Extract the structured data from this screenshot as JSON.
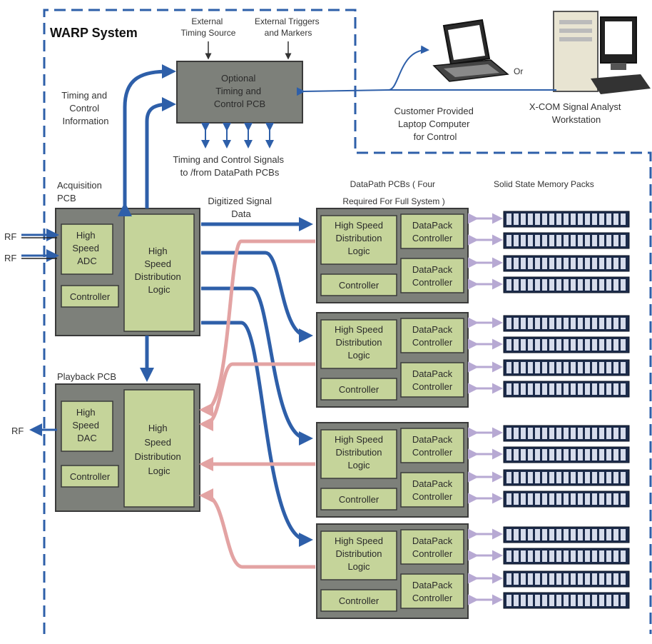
{
  "title": "WARP System",
  "top_labels": {
    "external_timing": [
      "External",
      "Timing Source"
    ],
    "external_triggers": [
      "External Triggers",
      "and Markers"
    ],
    "timing_control_info": [
      "Timing and",
      "Control",
      "Information"
    ],
    "signals": [
      "Timing and Control Signals",
      "to /from DataPath PCBs"
    ],
    "or": "Or",
    "laptop": [
      "Customer Provided",
      "Laptop Computer",
      "for Control"
    ],
    "workstation": [
      "X-COM Signal Analyst",
      "Workstation"
    ],
    "memory": "Solid State Memory Packs",
    "datapath_header": [
      "DataPath PCBs   ( Four",
      "Required For Full System      )"
    ],
    "digitized": [
      "Digitized Signal",
      "Data"
    ]
  },
  "timing_pcb": [
    "Optional",
    "Timing and",
    "Control PCB"
  ],
  "acquisition": {
    "label": [
      "Acquisition",
      "PCB"
    ],
    "adc": [
      "High",
      "Speed",
      "ADC"
    ],
    "controller": "Controller",
    "logic": [
      "High",
      "Speed",
      "Distribution",
      "Logic"
    ],
    "rf": "RF"
  },
  "playback": {
    "label": "Playback PCB",
    "dac": [
      "High",
      "Speed",
      "DAC"
    ],
    "controller": "Controller",
    "logic": [
      "High",
      "Speed",
      "Distribution",
      "Logic"
    ],
    "rf": "RF"
  },
  "datapath_boards": [
    {
      "logic": [
        "High Speed",
        "Distribution",
        "Logic"
      ],
      "controller": "Controller",
      "pack1": [
        "DataPack",
        "Controller"
      ],
      "pack2": [
        "DataPack",
        "Controller"
      ]
    },
    {
      "logic": [
        "High Speed",
        "Distribution",
        "Logic"
      ],
      "controller": "Controller",
      "pack1": [
        "DataPack",
        "Controller"
      ],
      "pack2": [
        "DataPack",
        "Controller"
      ]
    },
    {
      "logic": [
        "High Speed",
        "Distribution",
        "Logic"
      ],
      "controller": "Controller",
      "pack1": [
        "DataPack",
        "Controller"
      ],
      "pack2": [
        "DataPack",
        "Controller"
      ]
    },
    {
      "logic": [
        "High Speed",
        "Distribution",
        "Logic"
      ],
      "controller": "Controller",
      "pack1": [
        "DataPack",
        "Controller"
      ],
      "pack2": [
        "DataPack",
        "Controller"
      ]
    }
  ],
  "colors": {
    "pcb_gray": "#7d807a",
    "block_green": "#c5d49a",
    "bus_blue": "#2e5fa9",
    "return_pink": "#e3a3a3",
    "memory_arrow": "#b7a9d3",
    "dash_border": "#2e5fa9"
  }
}
